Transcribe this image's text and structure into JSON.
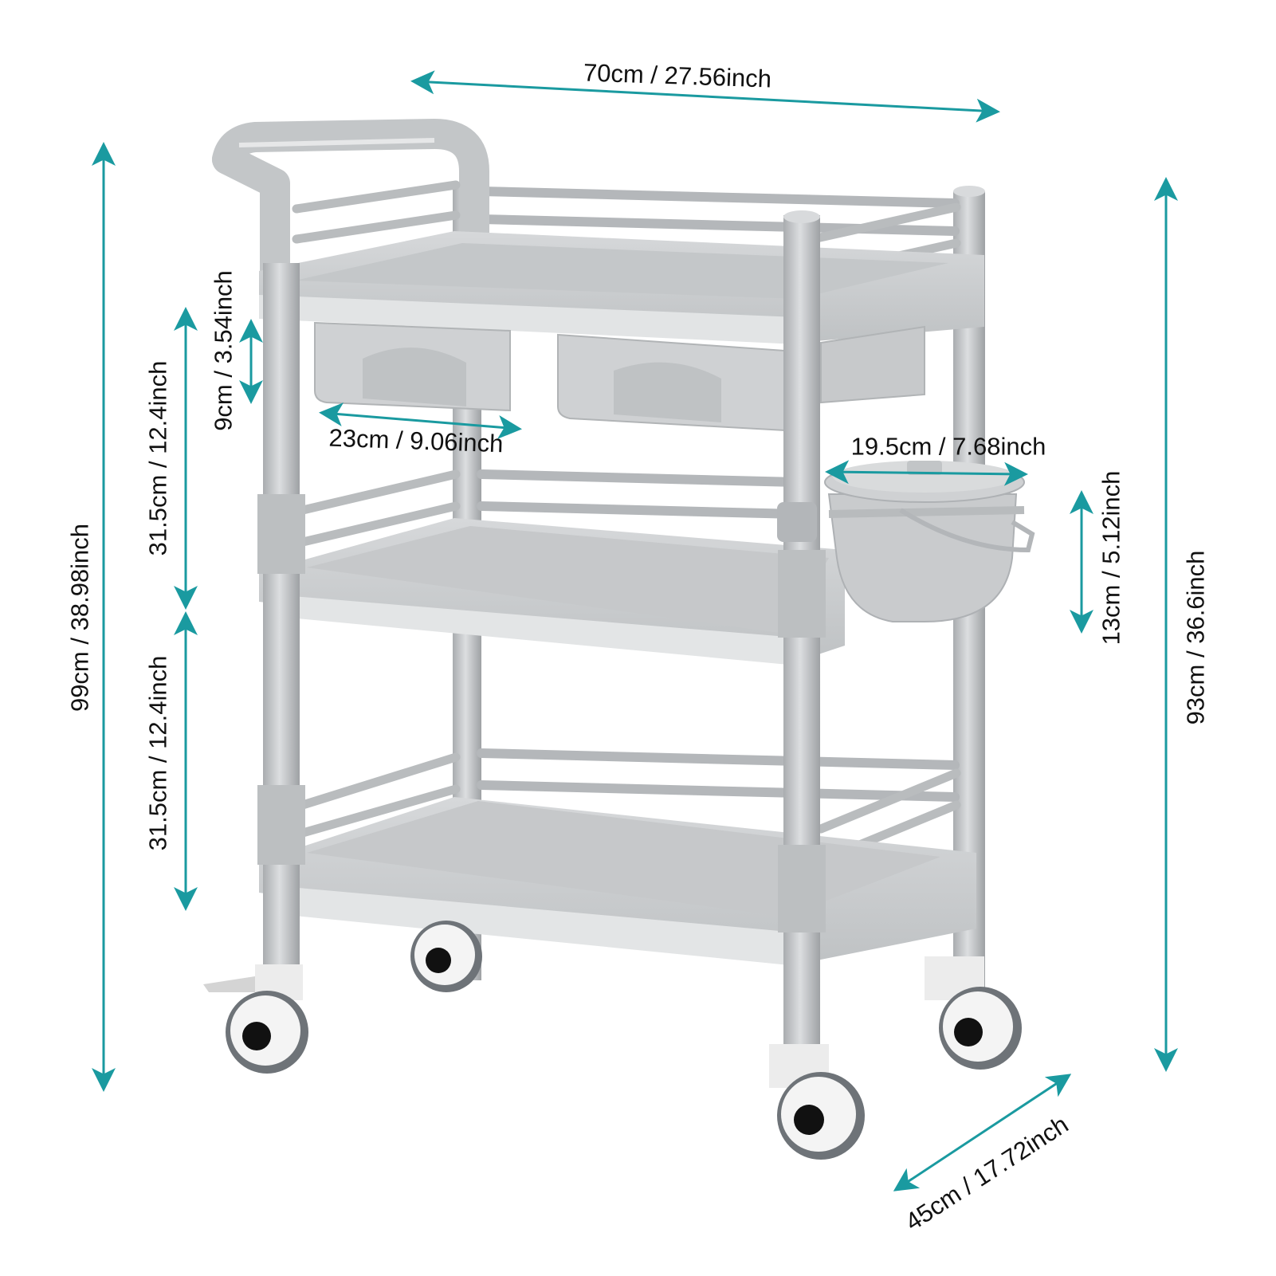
{
  "diagram": {
    "subject": "Three-tier gray utility cart with two drawers, side bucket and lockable casters",
    "accent_color": "#1a9aa0",
    "label_color": "#111111",
    "product_colors": {
      "body": "#c9cbcd",
      "body_shadow": "#a9acaf",
      "body_highlight": "#e4e6e7",
      "caster_white": "#f4f4f4",
      "caster_tire": "#6e7378",
      "caster_hub": "#111111"
    },
    "dimensions": {
      "total_width": "70cm / 27.56inch",
      "total_height": "99cm / 38.98inch",
      "upper_tier_gap": "31.5cm / 12.4inch",
      "lower_tier_gap": "31.5cm / 12.4inch",
      "drawer_height": "9cm / 3.54inch",
      "drawer_width": "23cm / 9.06inch",
      "bucket_diameter": "19.5cm / 7.68inch",
      "bucket_height": "13cm / 5.12inch",
      "shelf_height": "93cm / 36.6inch",
      "depth": "45cm / 17.72inch"
    }
  }
}
